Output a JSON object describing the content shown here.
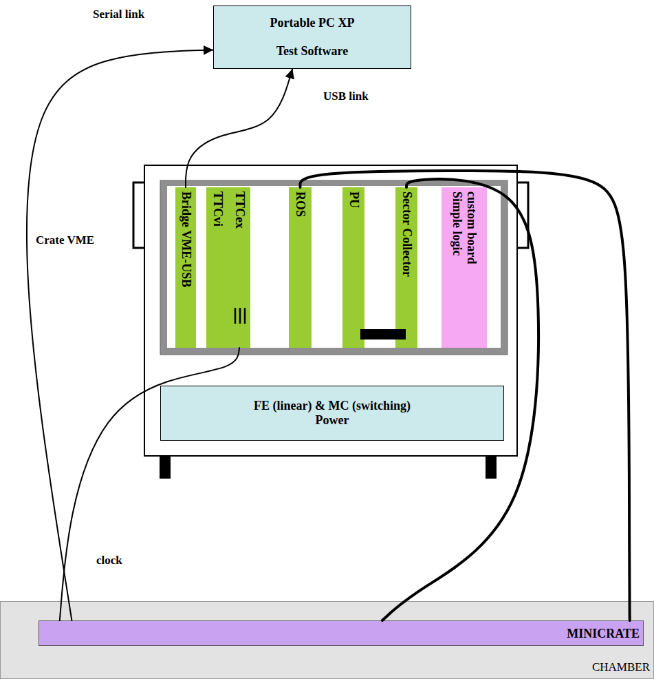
{
  "diagram": {
    "nodes": [
      {
        "text": [
          "Portable PC XP",
          "Test Software"
        ]
      },
      {
        "text": [
          "Bridge VME-USB"
        ]
      },
      {
        "text": [
          "TTCvi"
        ]
      },
      {
        "text": [
          "TTCex"
        ]
      },
      {
        "text": [
          "ROS"
        ]
      },
      {
        "text": [
          "PU"
        ]
      },
      {
        "text": [
          "Sector Collector"
        ]
      },
      {
        "text": [
          "custom board Simple logic"
        ]
      },
      {
        "text": [
          "FE (linear) & MC (switching) Power"
        ]
      },
      {
        "text": [
          "CHAMBER"
        ]
      },
      {
        "text": [
          "MINICRATE"
        ],
        "in": 9
      }
    ],
    "edges": [
      {
        "from": 10,
        "to": 0,
        "arrow": "to",
        "label": "Serial link"
      },
      {
        "from": 1,
        "to": 0,
        "arrow": "to",
        "label": "USB link"
      },
      {
        "from": 3,
        "to": 10,
        "arrow": "none",
        "label": "clock"
      },
      {
        "from": 4,
        "to": 10,
        "arrow": "none"
      },
      {
        "from": 6,
        "to": 10,
        "arrow": "none"
      }
    ],
    "labels": [
      "Crate VME"
    ]
  }
}
